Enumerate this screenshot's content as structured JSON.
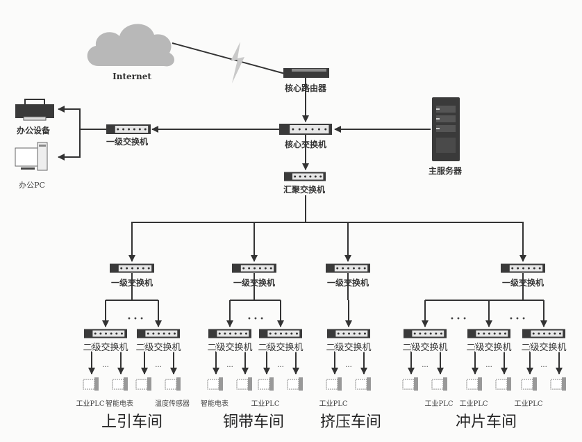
{
  "internet": "Internet",
  "core_router": "核心路由器",
  "core_switch": "核心交换机",
  "main_server": "主服务器",
  "office_switch": "一级交换机",
  "office_equipment": "办公设备",
  "office_pc": "办公PC",
  "aggregation_switch": "汇聚交换机",
  "ellipsis_large": "• • •",
  "ellipsis_small": "...",
  "colors": {
    "line": "#333333",
    "switch_body": "#3a3a3a",
    "cloud": "#b8b8b8"
  },
  "workshops": [
    {
      "name": "上引车间",
      "level1_label": "一级交换机",
      "level2": [
        {
          "label": "二级交换机",
          "devices": [
            "工业PLC",
            "智能电表"
          ]
        },
        {
          "label": "二级交换机",
          "devices": [
            "",
            "温度传感器"
          ]
        }
      ]
    },
    {
      "name": "铜带车间",
      "level1_label": "一级交换机",
      "level2": [
        {
          "label": "二级交换机",
          "devices": [
            "智能电表",
            ""
          ]
        },
        {
          "label": "二级交换机",
          "devices": [
            "工业PLC",
            ""
          ]
        }
      ]
    },
    {
      "name": "挤压车间",
      "level1_label": "一级交换机",
      "level2": [
        {
          "label": "二级交换机",
          "devices": [
            "工业PLC",
            ""
          ]
        }
      ]
    },
    {
      "name": "冲片车间",
      "level1_label": "一级交换机",
      "level2": [
        {
          "label": "二级交换机",
          "devices": [
            "",
            "工业PLC"
          ]
        },
        {
          "label": "二级交换机",
          "devices": [
            "工业PLC",
            ""
          ]
        },
        {
          "label": "二级交换机",
          "devices": [
            "工业PLC",
            ""
          ]
        }
      ]
    }
  ]
}
